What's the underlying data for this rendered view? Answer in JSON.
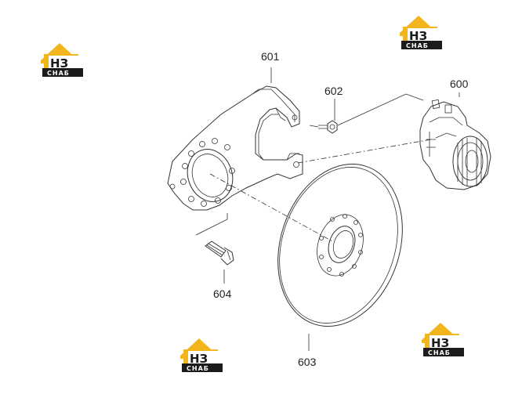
{
  "parts": {
    "p600": "600",
    "p601": "601",
    "p602": "602",
    "p603": "603",
    "p604": "604"
  },
  "watermark": {
    "top_text": "НЗ",
    "bottom_text": "СНАБ",
    "accent_color": "#f2b51c",
    "dark_color": "#1b1b1b"
  }
}
